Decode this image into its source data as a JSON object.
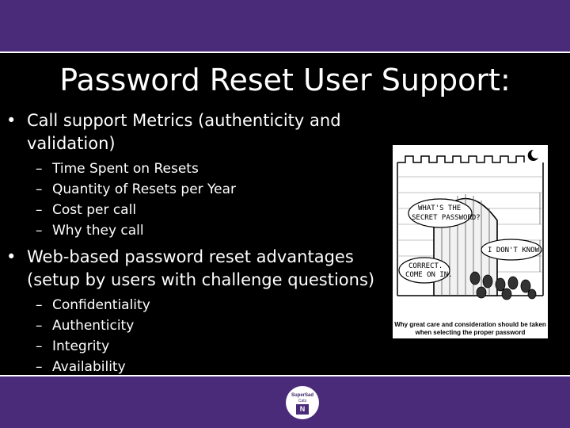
{
  "slide": {
    "title": "Password Reset User Support:",
    "bullets": [
      {
        "symbol": "•",
        "text": "Call support Metrics (authenticity and validation)",
        "sub": [
          "Time Spent on Resets",
          "Quantity of Resets per Year",
          "Cost per call",
          "Why they call"
        ]
      },
      {
        "symbol": "•",
        "text": "Web-based password reset advantages (setup by users with challenge questions)",
        "sub": [
          "Confidentiality",
          "Authenticity",
          "Integrity",
          "Availability"
        ]
      }
    ],
    "sub_dash": "–"
  },
  "cartoon": {
    "bubble1": [
      "WHAT'S THE",
      "SECRET PASSWORD?"
    ],
    "bubble2": "I DON'T KNOW.",
    "bubble3": [
      "CORRECT.",
      "COME ON IN."
    ],
    "caption": "Why great care and consideration should be taken when selecting the proper password"
  },
  "logo": {
    "line1": "SuperSad",
    "line2": "Cats",
    "letter": "N"
  },
  "colors": {
    "band": "#4a2b7a",
    "background": "#000000",
    "text": "#ffffff"
  }
}
